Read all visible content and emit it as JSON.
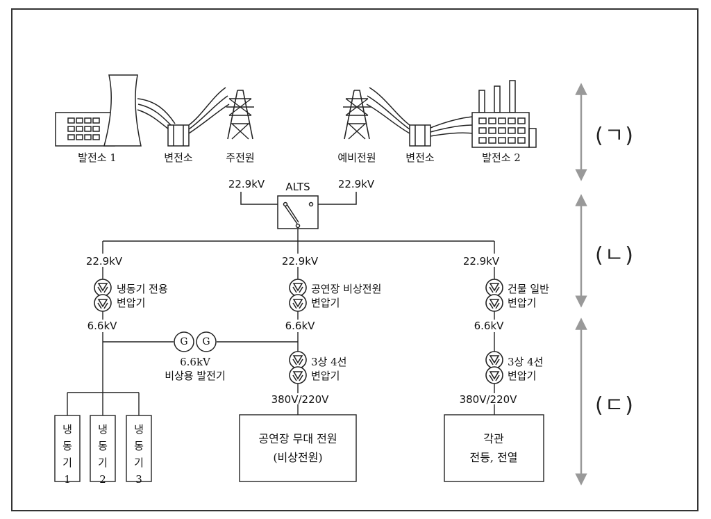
{
  "sources": {
    "plant1": "발전소 1",
    "substation_left": "변전소",
    "main_power": "주전원",
    "backup_power": "예비전원",
    "substation_right": "변전소",
    "plant2": "발전소 2"
  },
  "incoming_voltage_left": "22.9kV",
  "incoming_voltage_right": "22.9kV",
  "switch_label": "ALTS",
  "branches": {
    "left": {
      "hv": "22.9kV",
      "transformer": "냉동기 전용\n변압기",
      "lv": "6.6kV"
    },
    "center": {
      "hv": "22.9kV",
      "transformer": "공연장 비상전원\n변압기",
      "lv": "6.6kV",
      "transformer2": "3상 4선\n변압기",
      "out": "380V/220V",
      "load": "공연장 무대 전원\n(비상전원)"
    },
    "right": {
      "hv": "22.9kV",
      "transformer": "건물 일반\n변압기",
      "lv": "6.6kV",
      "transformer2": "3상 4선\n변압기",
      "out": "380V/220V",
      "load": "각관\n전등, 전열"
    }
  },
  "generator": {
    "symbol": "G",
    "label": "6.6kV\n비상용 발전기"
  },
  "chillers": [
    "냉\n동\n기\n1",
    "냉\n동\n기\n2",
    "냉\n동\n기\n3"
  ],
  "sections": [
    "(ㄱ)",
    "(ㄴ)",
    "(ㄷ)"
  ]
}
